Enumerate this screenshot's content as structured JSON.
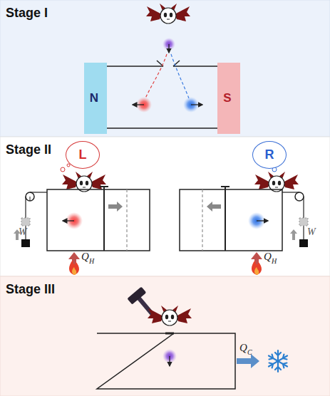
{
  "diagram": {
    "nodes": [
      {
        "text": [
          "Stage I"
        ]
      },
      {
        "text": [
          "N"
        ],
        "in": 0
      },
      {
        "text": [
          "S"
        ],
        "in": 0
      },
      {
        "text": [
          "Stage II"
        ]
      },
      {
        "text": [
          "L"
        ],
        "in": 3
      },
      {
        "text": [
          "R"
        ],
        "in": 3
      },
      {
        "text": [
          "Stage III"
        ]
      }
    ],
    "labels": [
      "W",
      "Q",
      "H",
      "W",
      "Q",
      "H",
      "Q",
      "C"
    ]
  }
}
